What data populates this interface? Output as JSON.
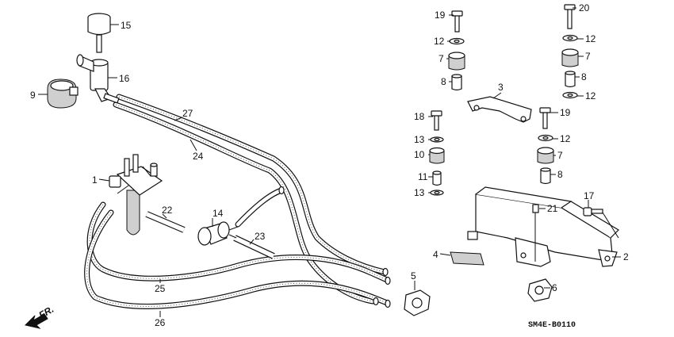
{
  "diagram": {
    "drawing_code": "SM4E-B0110",
    "front_marker": "FR.",
    "callouts": {
      "p1": "1",
      "p2": "2",
      "p3": "3",
      "p4": "4",
      "p5": "5",
      "p6": "6",
      "p7a": "7",
      "p7b": "7",
      "p7c": "7",
      "p8a": "8",
      "p8b": "8",
      "p8c": "8",
      "p9": "9",
      "p10": "10",
      "p11": "11",
      "p12a": "12",
      "p12b": "12",
      "p12c": "12",
      "p12d": "12",
      "p13a": "13",
      "p13b": "13",
      "p14": "14",
      "p15": "15",
      "p16": "16",
      "p17": "17",
      "p18": "18",
      "p19a": "19",
      "p19b": "19",
      "p20": "20",
      "p21": "21",
      "p22": "22",
      "p23": "23",
      "p24": "24",
      "p25": "25",
      "p26": "26",
      "p27": "27"
    }
  }
}
